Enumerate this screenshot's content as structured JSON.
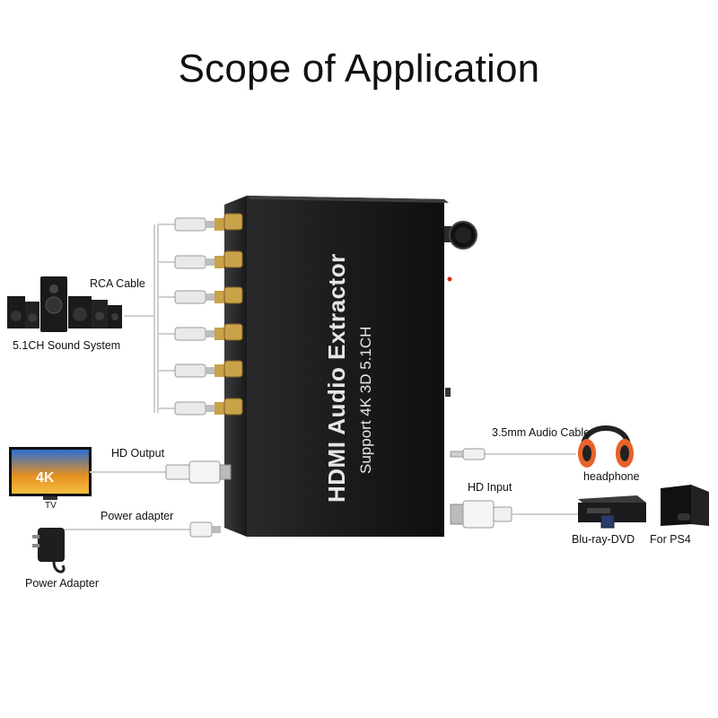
{
  "title": "Scope of Application",
  "device": {
    "name": "HDMI Audio Extractor",
    "subtitle": "Support 4K 3D 5.1CH"
  },
  "labels": {
    "rca_cable": "RCA Cable",
    "sound_system": "5.1CH Sound System",
    "hd_output": "HD Output",
    "tv": "TV",
    "tv_screen_text": "4K",
    "power_cable": "Power adapter",
    "power_adapter": "Power Adapter",
    "audio_cable": "3.5mm Audio Cable",
    "headphone": "headphone",
    "hd_input": "HD Input",
    "bluray": "Blu-ray-DVD",
    "ps4": "For PS4"
  },
  "colors": {
    "device_body": "#1c1c1e",
    "rca_gold": "#c9a24a",
    "cable": "#cfcfcf",
    "headphone_orange": "#e8622a",
    "tv_screen": "#f0a020"
  }
}
